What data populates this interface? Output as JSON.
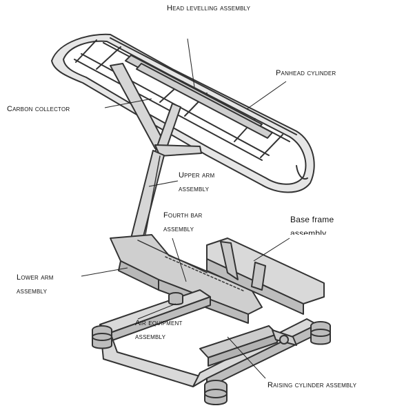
{
  "figure": {
    "labels": {
      "head_levelling": "Head levelling assembly",
      "panhead_cylinder": "Panhead cylinder",
      "carbon_collector": "Carbon collector",
      "upper_arm_line1": "Upper arm",
      "upper_arm_line2": "assembly",
      "fourth_bar_line1": "Fourth bar",
      "fourth_bar_line2": "assembly",
      "base_frame_line1": "Base frame",
      "base_frame_line2": "assembly",
      "lower_arm_line1": "Lower arm",
      "lower_arm_line2": "assembly",
      "air_equipment_line1": "Air equipment",
      "air_equipment_line2": "assembly",
      "raising_cylinder": "Raising cylinder assembly"
    },
    "colors": {
      "frame_fill": "#d6d6d6",
      "frame_stroke": "#333333",
      "leader_line": "#222222"
    }
  }
}
